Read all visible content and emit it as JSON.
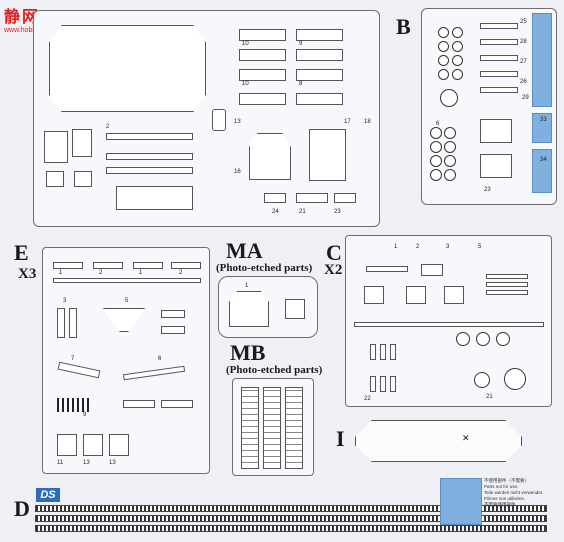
{
  "watermark": {
    "brand": "静网",
    "site": "www.hobbyshop.com"
  },
  "sprue_labels": {
    "B": "B",
    "E": "E",
    "E_count": "X3",
    "MA": "MA",
    "MA_sub": "(Photo-etched parts)",
    "MB": "MB",
    "MB_sub": "(Photo-etched parts)",
    "C": "C",
    "C_count": "X2",
    "I": "I",
    "D": "D",
    "D_logo": "DS"
  },
  "legend_notes": [
    "不使用部件（不需要）",
    "Parts not for use.",
    "Teile werden nicht verwendet.",
    "Pièces non utilisées.",
    "不需要使用部件"
  ],
  "colors": {
    "unused_parts": "#7fb0df",
    "line": "#444444",
    "paper": "#eef0f6"
  }
}
